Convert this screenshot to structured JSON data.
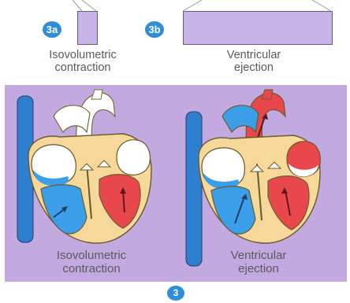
{
  "top": {
    "badge_3a": "3a",
    "badge_3b": "3b",
    "label_3a_line1": "Isovolumetric",
    "label_3a_line2": "contraction",
    "label_3b_line1": "Ventricular",
    "label_3b_line2": "ejection"
  },
  "panel": {
    "left_label_line1": "Isovolumetric",
    "left_label_line2": "contraction",
    "right_label_line1": "Ventricular",
    "right_label_line2": "ejection"
  },
  "footer": {
    "badge": "3"
  },
  "colors": {
    "panel": "#c2a9e0",
    "phase_box": "#c7b3e6",
    "badge": "#2f8ed8",
    "oxygenated_blood": "#e8484c",
    "deoxygenated_blood": "#3a9ee8",
    "muscle": "#f6d99a",
    "vessel": "#2f7fd0"
  }
}
